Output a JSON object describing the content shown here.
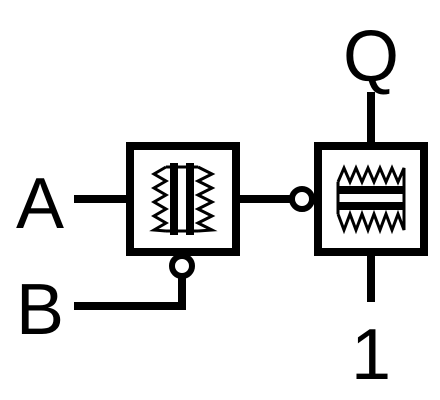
{
  "labels": {
    "input_a": "A",
    "input_b": "B",
    "output_q": "Q",
    "constant_one": "1"
  },
  "colors": {
    "stroke": "#000000",
    "background": "#ffffff"
  },
  "icons": {
    "left_block": "double-bar-sawtooth-icon",
    "right_block": "stacked-bar-sawtooth-icon"
  }
}
